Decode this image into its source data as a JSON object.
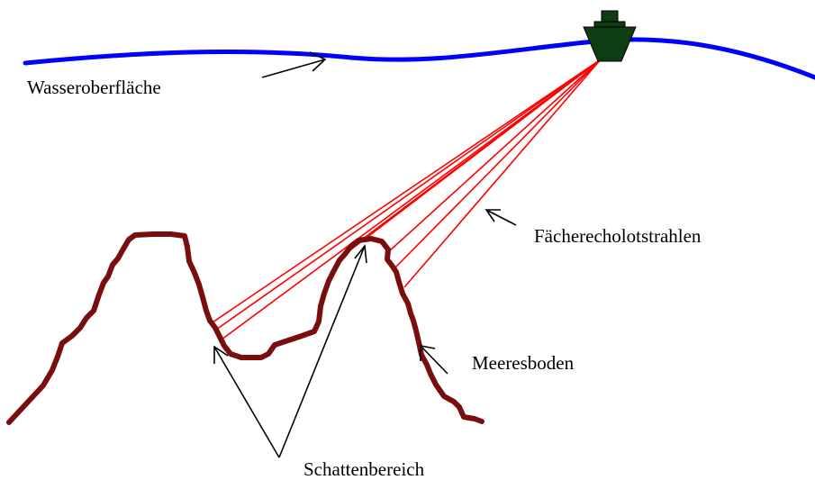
{
  "labels": {
    "water_surface": "Wasseroberfläche",
    "sonar_beams": "Fächerecholotstrahlen",
    "seabed": "Meeresboden",
    "shadow_area": "Schattenbereich"
  },
  "colors": {
    "water": "#0000ff",
    "beams": "#ff0000",
    "seabed": "#7a0e0e",
    "ship": "#0f3d12",
    "arrows": "#000000"
  },
  "icons": {
    "ship": "ship-icon"
  }
}
